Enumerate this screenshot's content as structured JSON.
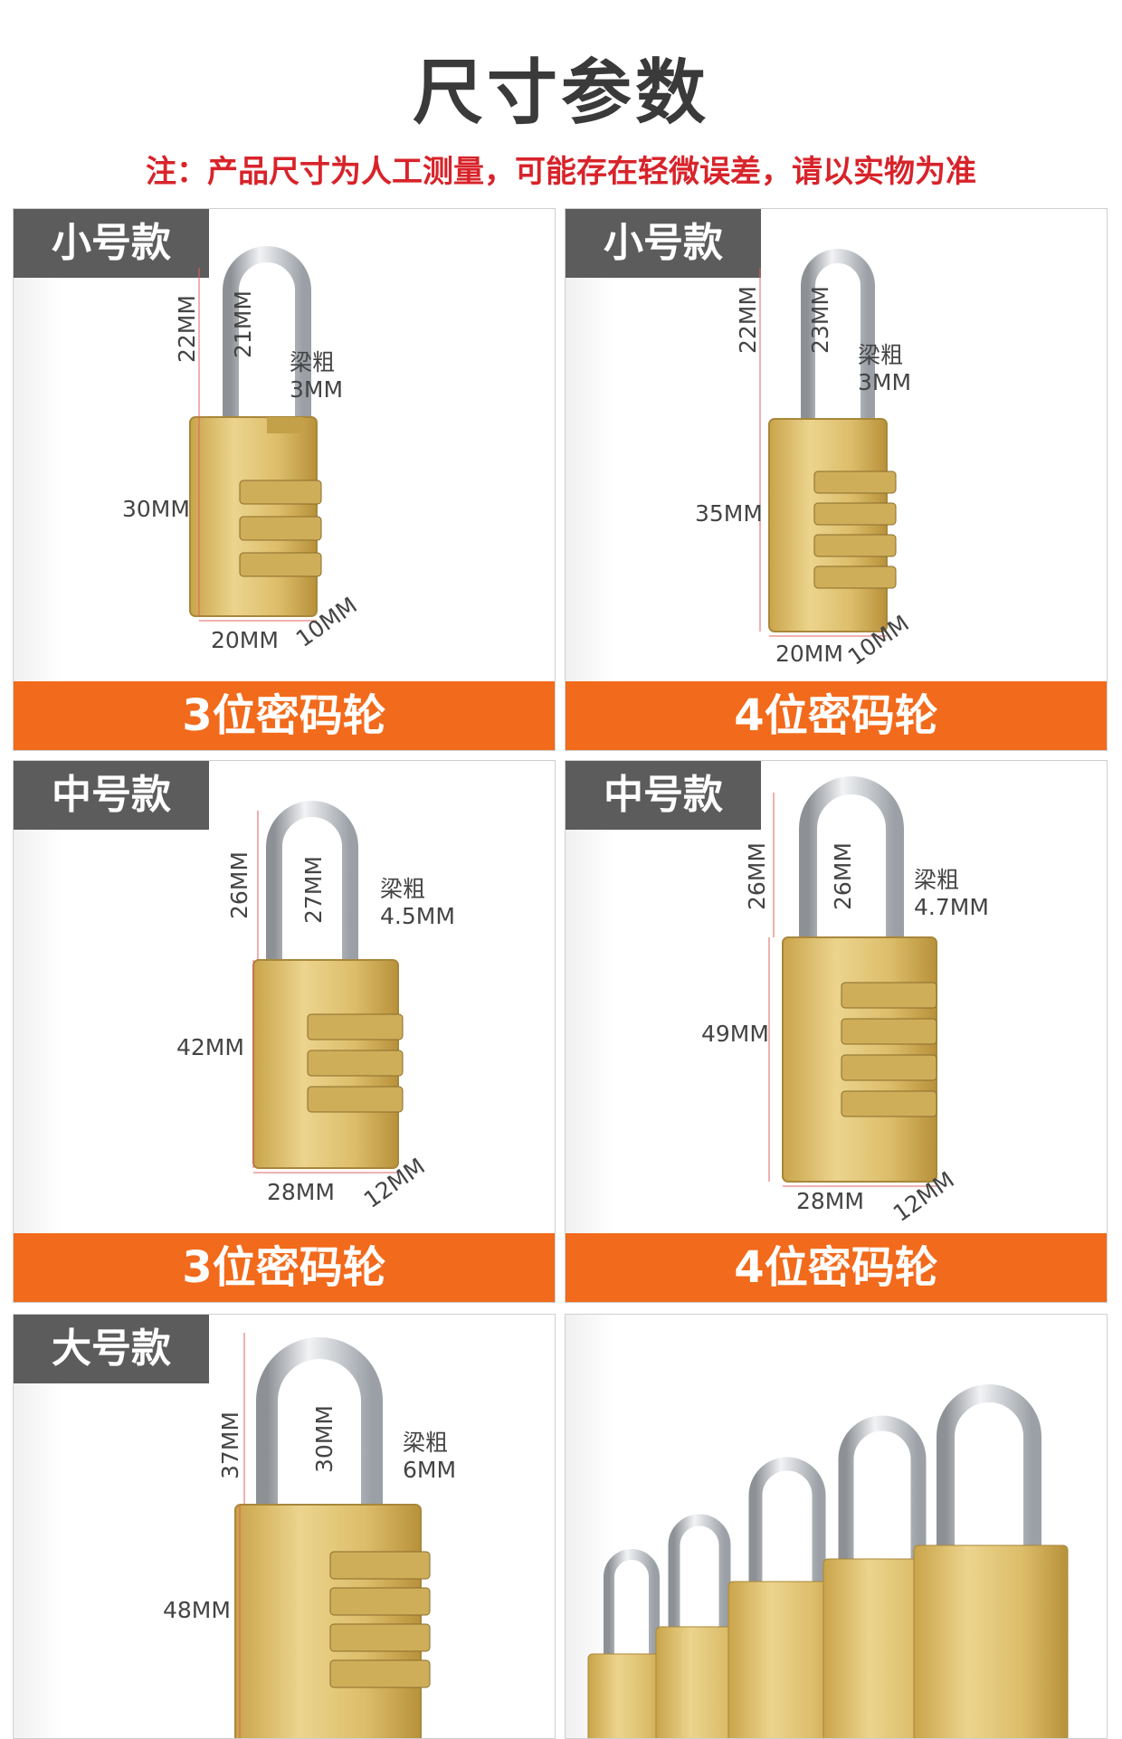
{
  "title": "尺寸参数",
  "notice": "注：产品尺寸为人工测量，可能存在轻微误差，请以实物为准",
  "colors": {
    "tag_bg": "#5c5c5c",
    "footer_bg": "#f26a1b",
    "notice": "#d8232a",
    "brass": "#d7b761",
    "shackle": "#c9ccd0"
  },
  "cards": [
    {
      "tag": "小号款",
      "footer": "3位密码轮",
      "dims": {
        "shackle_h": "22MM",
        "inner_h": "21MM",
        "thick_label": "梁粗",
        "thick": "3MM",
        "body_h": "30MM",
        "width": "20MM",
        "depth": "10MM"
      }
    },
    {
      "tag": "小号款",
      "footer": "4位密码轮",
      "dims": {
        "shackle_h": "22MM",
        "inner_h": "23MM",
        "thick_label": "梁粗",
        "thick": "3MM",
        "body_h": "35MM",
        "width": "20MM",
        "depth": "10MM"
      }
    },
    {
      "tag": "中号款",
      "footer": "3位密码轮",
      "dims": {
        "shackle_h": "26MM",
        "inner_h": "27MM",
        "thick_label": "梁粗",
        "thick": "4.5MM",
        "body_h": "42MM",
        "width": "28MM",
        "depth": "12MM"
      }
    },
    {
      "tag": "中号款",
      "footer": "4位密码轮",
      "dims": {
        "shackle_h": "26MM",
        "inner_h": "26MM",
        "thick_label": "梁粗",
        "thick": "4.7MM",
        "body_h": "49MM",
        "width": "28MM",
        "depth": "12MM"
      }
    },
    {
      "tag": "大号款",
      "footer": "",
      "dims": {
        "shackle_h": "37MM",
        "inner_h": "30MM",
        "thick_label": "梁粗",
        "thick": "6MM",
        "body_h": "48MM",
        "width": "",
        "depth": ""
      }
    }
  ]
}
